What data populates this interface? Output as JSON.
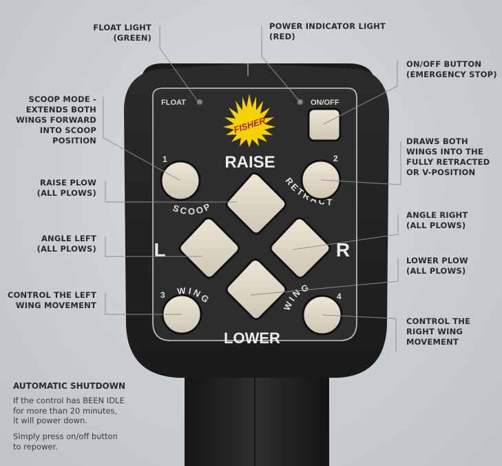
{
  "callouts": {
    "float_light": "FLOAT LIGHT\n(GREEN)",
    "power_light": "POWER INDICATOR LIGHT\n(RED)",
    "onoff_button": "ON/OFF BUTTON\n(EMERGENCY STOP)",
    "scoop_mode": "SCOOP MODE -\nEXTENDS BOTH\nWINGS FORWARD\nINTO SCOOP\nPOSITION",
    "retract": "DRAWS BOTH\nWINGS INTO THE\nFULLY RETRACTED\nOR V-POSITION",
    "raise_plow": "RAISE PLOW\n(ALL PLOWS)",
    "angle_right": "ANGLE RIGHT\n(ALL PLOWS)",
    "angle_left": "ANGLE LEFT\n(ALL PLOWS)",
    "lower_plow": "LOWER PLOW\n(ALL PLOWS)",
    "left_wing": "CONTROL THE LEFT\nWING MOVEMENT",
    "right_wing": "CONTROL THE\nRIGHT WING\nMOVEMENT"
  },
  "controller": {
    "float_label": "FLOAT",
    "onoff_label": "ON/OFF",
    "logo": "FISHER",
    "raise": "RAISE",
    "lower": "LOWER",
    "left": "L",
    "right": "R",
    "scoop": "SCOOP",
    "retract": "RETRACT",
    "wing_left": "WING",
    "wing_right": "WING",
    "num1": "1",
    "num2": "2",
    "num3": "3",
    "num4": "4"
  },
  "shutdown": {
    "title": "AUTOMATIC SHUTDOWN",
    "body1": "If the control has BEEN IDLE\nfor more than 20 minutes,\nit will power down.",
    "body2": "Simply press on/off button\nto repower."
  },
  "colors": {
    "float_led": "#7d8a7a",
    "power_led": "#8a8a8a",
    "logo": "#f5d300",
    "button": "#e2d9c8"
  }
}
